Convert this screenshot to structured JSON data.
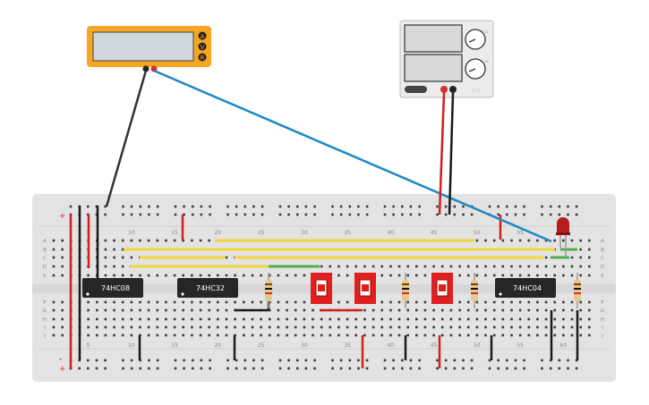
{
  "colors": {
    "breadboard": "#e3e3e3",
    "hole": "#3a3a3a",
    "rail_red": "#d32f2f",
    "rail_black": "#222222",
    "wire_yellow": "#f0d73a",
    "wire_green": "#4caf50",
    "wire_blue": "#1e88c8",
    "wire_red": "#d0201d",
    "wire_black": "#1a1a1a",
    "multimeter_body": "#f5a623",
    "ic_body": "#262626",
    "switch_red": "#e02020",
    "led_red": "#b71c1c"
  },
  "multimeter": {
    "name": "multimeter",
    "mode_a": "A",
    "mode_v": "V",
    "mode_r": "R"
  },
  "power_supply": {
    "name": "dc-power-supply",
    "knob_label": "CC",
    "knob_label2": "CV",
    "brand": "sck"
  },
  "breadboard": {
    "column_numbers": [
      "5",
      "10",
      "15",
      "20",
      "25",
      "30",
      "35",
      "40",
      "45",
      "50",
      "55",
      "60"
    ],
    "row_letters_top": [
      "A",
      "B",
      "C",
      "D",
      "E"
    ],
    "row_letters_bottom": [
      "F",
      "G",
      "H",
      "I",
      "J"
    ],
    "rail_plus": "+",
    "rail_minus": "-"
  },
  "chips": [
    {
      "label": "74HC08"
    },
    {
      "label": "74HC32"
    },
    {
      "label": "74HC04"
    }
  ],
  "dip_switches": [
    "dip-switch-1",
    "dip-switch-2",
    "dip-switch-3"
  ],
  "resistors": [
    "resistor-1",
    "resistor-2",
    "resistor-3",
    "resistor-4"
  ],
  "led": {
    "color": "red"
  }
}
